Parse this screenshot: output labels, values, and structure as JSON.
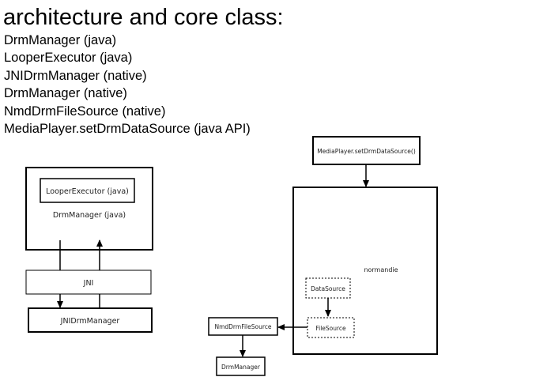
{
  "title": "architecture and core class:",
  "classes": [
    "DrmManager (java)",
    "LooperExecutor (java)",
    "JNIDrmManager (native)",
    "DrmManager (native)",
    "NmdDrmFileSource (native)",
    "MediaPlayer.setDrmDataSource (java API)"
  ],
  "left_diagram": {
    "looper_executor": "LooperExecutor (java)",
    "drm_manager_java": "DrmManager (java)",
    "jni": "JNI",
    "jni_drm_manager": "JNIDrmManager"
  },
  "right_diagram": {
    "media_player": "MediaPlayer.setDrmDataSource()",
    "normandie": "normandie",
    "data_source": "DataSource",
    "file_source": "FileSource",
    "nmd_drm_file_source": "NmdDrmFileSource",
    "drm_manager": "DrmManager"
  }
}
